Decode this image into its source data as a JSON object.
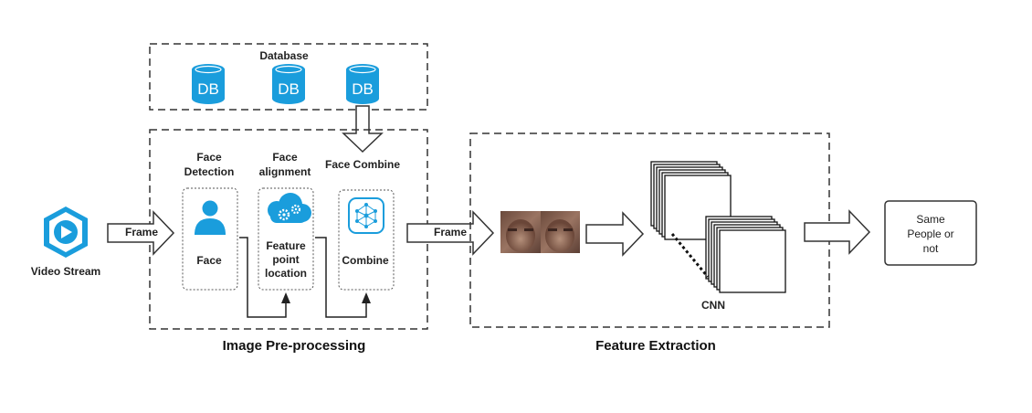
{
  "database": {
    "title": "Database",
    "db_label": "DB"
  },
  "video": {
    "label": "Video Stream"
  },
  "preprocessing": {
    "title": "Image Pre-processing",
    "frame_label": "Frame",
    "face_detection": {
      "header_line1": "Face",
      "header_line2": "Detection",
      "card_label": "Face"
    },
    "face_alignment": {
      "header_line1": "Face",
      "header_line2": "alignment",
      "card_line1": "Feature",
      "card_line2": "point",
      "card_line3": "location"
    },
    "face_combine": {
      "header": "Face Combine",
      "card_label": "Combine"
    }
  },
  "feature_extraction": {
    "title": "Feature Extraction",
    "frame_label": "Frame",
    "cnn_label": "CNN"
  },
  "result": {
    "line1": "Same",
    "line2": "People or",
    "line3": "not"
  },
  "colors": {
    "accent": "#1a9ddc",
    "border": "#333333"
  }
}
